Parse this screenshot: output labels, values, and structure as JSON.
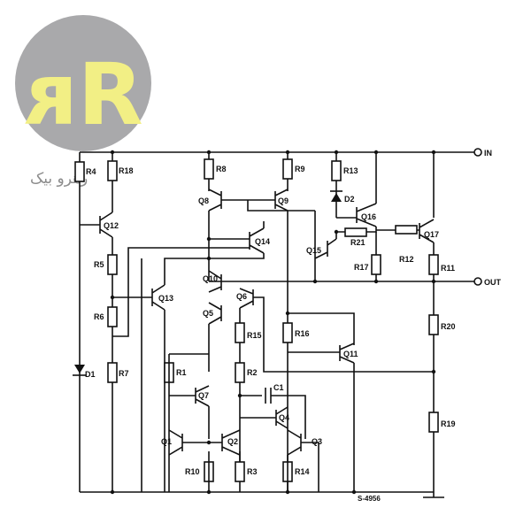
{
  "logo": {
    "caption": "رهرو بیک"
  },
  "terminals": {
    "input": "IN",
    "output": "OUT"
  },
  "parts": {
    "r1": "R1",
    "r2": "R2",
    "r3": "R3",
    "r4": "R4",
    "r5": "R5",
    "r6": "R6",
    "r7": "R7",
    "r8": "R8",
    "r9": "R9",
    "r10": "R10",
    "r11": "R11",
    "r12": "R12",
    "r13": "R13",
    "r14": "R14",
    "r15": "R15",
    "r16": "R16",
    "r17": "R17",
    "r18": "R18",
    "r19": "R19",
    "r20": "R20",
    "r21": "R21",
    "q1": "Q1",
    "q2": "Q2",
    "q3": "Q3",
    "q4": "Q4",
    "q5": "Q5",
    "q6": "Q6",
    "q7": "Q7",
    "q8": "Q8",
    "q9": "Q9",
    "q10": "Q10",
    "q11": "Q11",
    "q12": "Q12",
    "q13": "Q13",
    "q14": "Q14",
    "q15": "Q15",
    "q16": "Q16",
    "q17": "Q17",
    "d1": "D1",
    "d2": "D2",
    "c1": "C1"
  },
  "drawing_code": "S-4956"
}
